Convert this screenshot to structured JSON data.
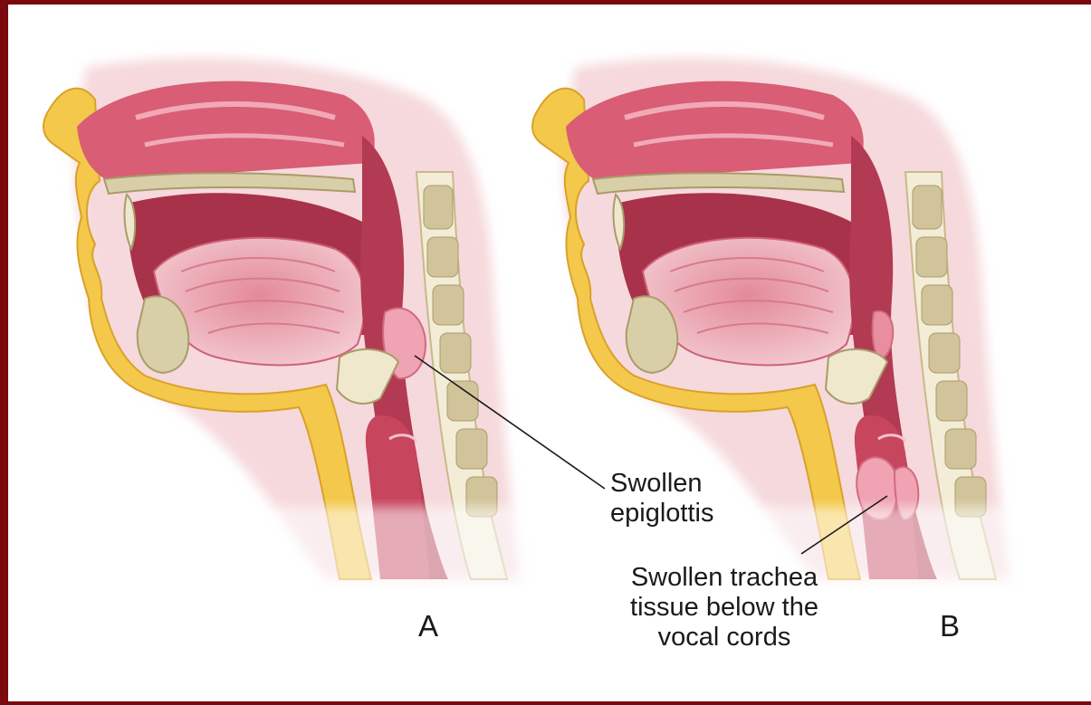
{
  "labels": {
    "epiglottis": "Swollen\nepiglottis",
    "trachea": "Swollen trachea\ntissue below the\nvocal cords"
  },
  "panels": [
    {
      "letter": "A"
    },
    {
      "letter": "B"
    }
  ],
  "colors": {
    "frame": "#7a0a0e",
    "tissue_pink": "#e98ea0",
    "cavity_dark": "#b03a4f",
    "fat_yellow": "#f4c84a",
    "bone_beige": "#d8cfa8"
  }
}
